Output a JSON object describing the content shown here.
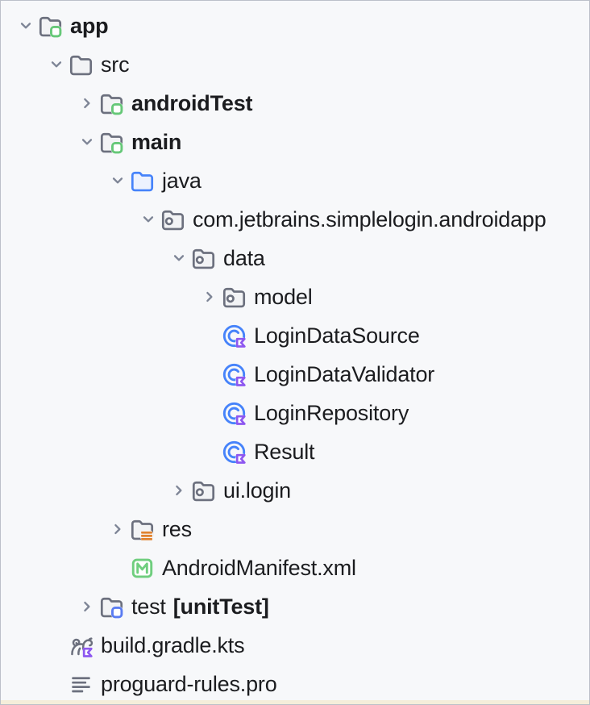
{
  "window": {
    "description": "IDE project tool window file tree"
  },
  "colors": {
    "background": "#F7F8FA",
    "border": "#BCC0C9",
    "text": "#1B1C1F",
    "icon_gray": "#6C707E",
    "chevron_gray": "#7E8596",
    "folder_fill": "#F2F3F5",
    "source_blue": "#4683FA",
    "source_blue_fill": "#EDF2FE",
    "module_green": "#66C878",
    "manifest_green": "#6FCE7E",
    "test_blue": "#5A7CF2",
    "kotlin_purple": "#8E58F0",
    "res_orange": "#E0822F",
    "bottom_strip": "#F5EEDA"
  },
  "tree": {
    "rows": [
      {
        "label": "app",
        "depth": 0,
        "chevron": "down",
        "icon": "folder-module-green",
        "bold": true
      },
      {
        "label": "src",
        "depth": 1,
        "chevron": "down",
        "icon": "folder",
        "bold": false
      },
      {
        "label": "androidTest",
        "depth": 2,
        "chevron": "right",
        "icon": "folder-module-green",
        "bold": true
      },
      {
        "label": "main",
        "depth": 2,
        "chevron": "down",
        "icon": "folder-module-green",
        "bold": true
      },
      {
        "label": "java",
        "depth": 3,
        "chevron": "down",
        "icon": "folder-sources",
        "bold": false
      },
      {
        "label": "com.jetbrains.simplelogin.androidapp",
        "depth": 4,
        "chevron": "down",
        "icon": "package",
        "bold": false
      },
      {
        "label": "data",
        "depth": 5,
        "chevron": "down",
        "icon": "package",
        "bold": false
      },
      {
        "label": "model",
        "depth": 6,
        "chevron": "right",
        "icon": "package",
        "bold": false
      },
      {
        "label": "LoginDataSource",
        "depth": 6,
        "chevron": null,
        "icon": "kotlin-class",
        "bold": false
      },
      {
        "label": "LoginDataValidator",
        "depth": 6,
        "chevron": null,
        "icon": "kotlin-class",
        "bold": false
      },
      {
        "label": "LoginRepository",
        "depth": 6,
        "chevron": null,
        "icon": "kotlin-class",
        "bold": false
      },
      {
        "label": "Result",
        "depth": 6,
        "chevron": null,
        "icon": "kotlin-class",
        "bold": false
      },
      {
        "label": "ui.login",
        "depth": 5,
        "chevron": "right",
        "icon": "package",
        "bold": false
      },
      {
        "label": "res",
        "depth": 3,
        "chevron": "right",
        "icon": "folder-res",
        "bold": false
      },
      {
        "label": "AndroidManifest.xml",
        "depth": 3,
        "chevron": null,
        "icon": "android-manifest",
        "bold": false
      },
      {
        "label": "test",
        "depth": 2,
        "chevron": "right",
        "icon": "folder-module-blue",
        "bold": false,
        "suffix": "[unitTest]"
      },
      {
        "label": "build.gradle.kts",
        "depth": 1,
        "chevron": null,
        "icon": "gradle-kts",
        "bold": false
      },
      {
        "label": "proguard-rules.pro",
        "depth": 1,
        "chevron": null,
        "icon": "text-file",
        "bold": false
      }
    ]
  }
}
